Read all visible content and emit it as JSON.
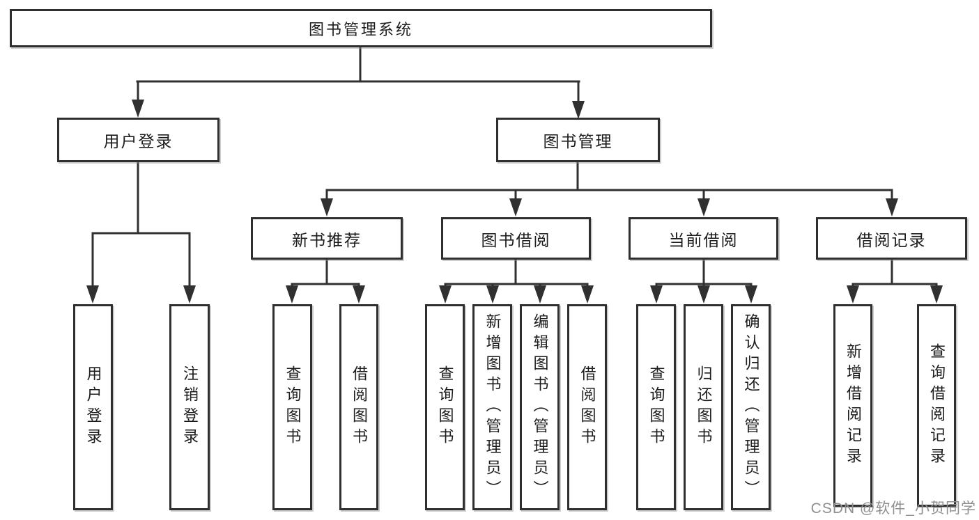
{
  "diagram": {
    "root": {
      "label": "图书管理系统"
    },
    "branches": [
      {
        "label": "用户登录",
        "children": [
          {
            "label": "用户登录"
          },
          {
            "label": "注销登录"
          }
        ]
      },
      {
        "label": "图书管理",
        "children": [
          {
            "label": "新书推荐",
            "children": [
              {
                "label": "查询图书"
              },
              {
                "label": "借阅图书"
              }
            ]
          },
          {
            "label": "图书借阅",
            "children": [
              {
                "label": "查询图书"
              },
              {
                "label": "新增图书（管理员）"
              },
              {
                "label": "编辑图书（管理员）"
              },
              {
                "label": "借阅图书"
              }
            ]
          },
          {
            "label": "当前借阅",
            "children": [
              {
                "label": "查询图书"
              },
              {
                "label": "归还图书"
              },
              {
                "label": "确认归还（管理员）"
              }
            ]
          },
          {
            "label": "借阅记录",
            "children": [
              {
                "label": "新增借阅记录"
              },
              {
                "label": "查询借阅记录"
              }
            ]
          }
        ]
      }
    ],
    "watermark": "CSDN @软件_小贺同学",
    "colors": {
      "line": "#303030",
      "box_border": "#2f2f2f",
      "text": "#1c1c1c",
      "background": "#ffffff",
      "watermark": "#8f8f8f"
    }
  }
}
